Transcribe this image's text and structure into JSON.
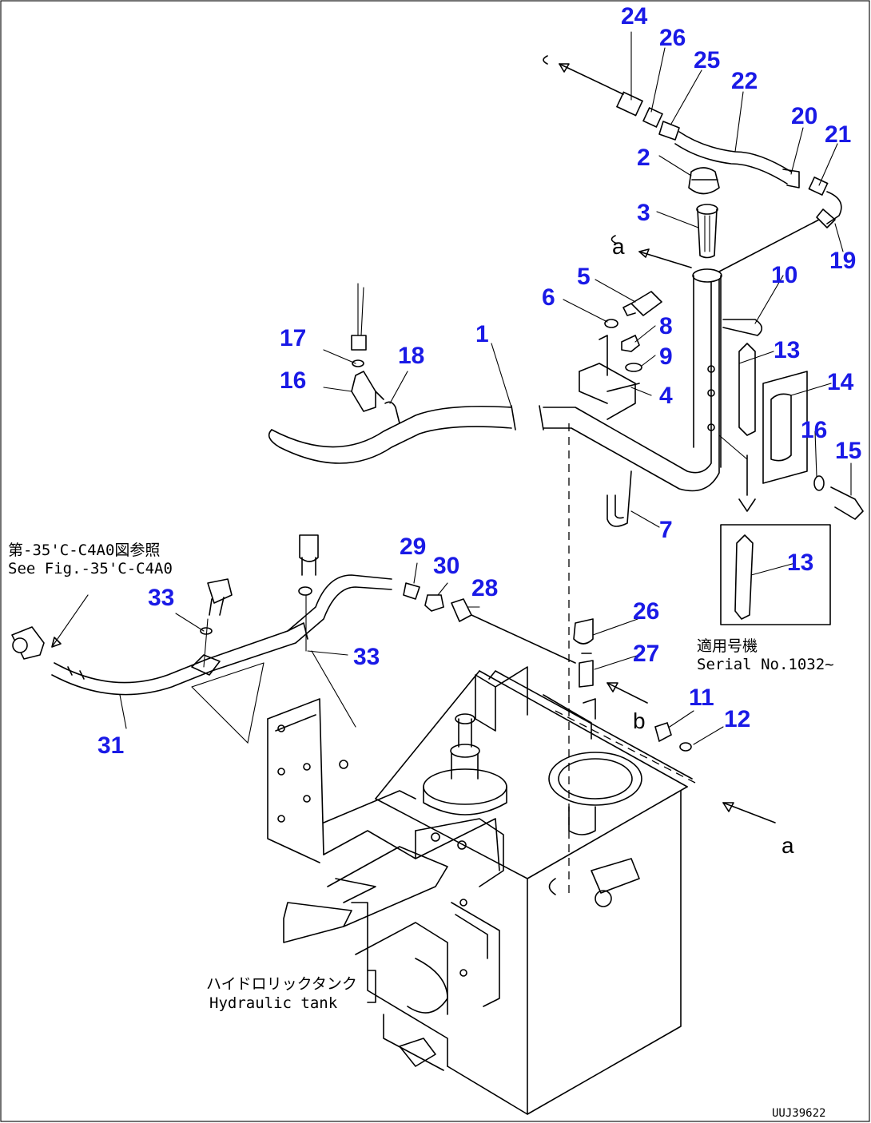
{
  "diagram": {
    "part_numbers": [
      "1",
      "2",
      "3",
      "4",
      "5",
      "6",
      "7",
      "8",
      "9",
      "10",
      "11",
      "12",
      "13",
      "13",
      "14",
      "15",
      "16",
      "17",
      "18",
      "19",
      "20",
      "21",
      "22",
      "23",
      "24",
      "25",
      "26",
      "27",
      "28",
      "29",
      "30",
      "31",
      "32",
      "33",
      "33"
    ],
    "notes": {
      "see_ref_jp": "第-35'C-C4A0図参照",
      "see_ref_en": "See Fig.-35'C-C4A0",
      "applicable_jp": "適用号機",
      "applicable_en": "Serial No.1032~",
      "tank_jp": "ハイドロリックタンク",
      "tank_en": "Hydraulic tank"
    },
    "view_letters": {
      "a_top": "a",
      "a_bottom": "a",
      "b": "b"
    },
    "drawing_code": "UUJ39622",
    "colors": {
      "callout": "#1a1ae6",
      "line": "#000000",
      "background": "#ffffff"
    }
  }
}
